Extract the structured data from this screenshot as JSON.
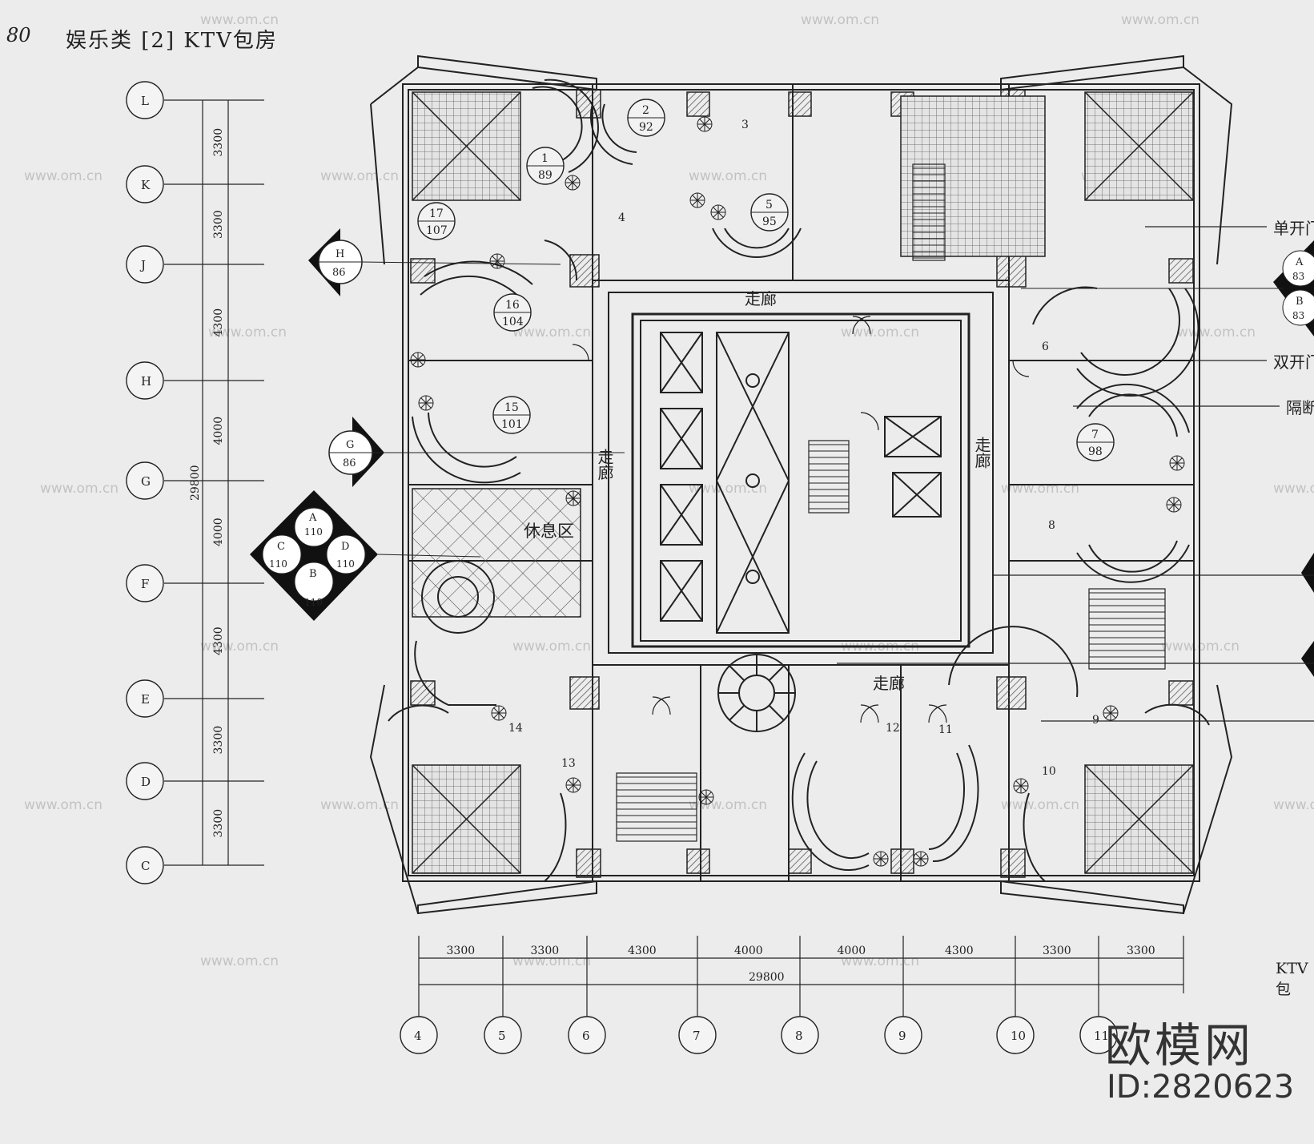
{
  "page": {
    "number": "80",
    "title": "娱乐类 [2]  KTV包房",
    "brand": "欧模网",
    "brand_id": "ID:2820623",
    "ktv_tag": "KTV包",
    "watermark_site": "www.om.cn",
    "watermark_logo": "欧模网"
  },
  "axes": {
    "rows": [
      {
        "label": "L"
      },
      {
        "label": "K"
      },
      {
        "label": "J"
      },
      {
        "label": "H"
      },
      {
        "label": "G"
      },
      {
        "label": "F"
      },
      {
        "label": "E"
      },
      {
        "label": "D"
      },
      {
        "label": "C"
      }
    ],
    "row_spacings": [
      "3300",
      "3300",
      "4300",
      "4000",
      "4000",
      "4300",
      "3300",
      "3300"
    ],
    "row_total": "29800",
    "cols": [
      {
        "label": "4"
      },
      {
        "label": "5"
      },
      {
        "label": "6"
      },
      {
        "label": "7"
      },
      {
        "label": "8"
      },
      {
        "label": "9"
      },
      {
        "label": "10"
      },
      {
        "label": "11"
      }
    ],
    "col_spacings": [
      "3300",
      "3300",
      "4300",
      "4000",
      "4000",
      "4300",
      "3300",
      "3300"
    ],
    "col_total": "29800"
  },
  "rooms": [
    {
      "num": "1",
      "area": "89"
    },
    {
      "num": "2",
      "area": "92"
    },
    {
      "num": "3",
      "area": ""
    },
    {
      "num": "4",
      "area": ""
    },
    {
      "num": "5",
      "area": "95"
    },
    {
      "num": "6",
      "area": ""
    },
    {
      "num": "7",
      "area": "98"
    },
    {
      "num": "8",
      "area": ""
    },
    {
      "num": "9",
      "area": ""
    },
    {
      "num": "10",
      "area": ""
    },
    {
      "num": "11",
      "area": ""
    },
    {
      "num": "12",
      "area": ""
    },
    {
      "num": "13",
      "area": ""
    },
    {
      "num": "14",
      "area": ""
    },
    {
      "num": "15",
      "area": "101"
    },
    {
      "num": "16",
      "area": "104"
    },
    {
      "num": "17",
      "area": "107"
    }
  ],
  "labels": {
    "corridor": "走廊",
    "lounge": "休息区"
  },
  "elevation_markers": [
    {
      "letter": "H",
      "sheet": "86"
    },
    {
      "letter": "G",
      "sheet": "86"
    }
  ],
  "quad_marker": {
    "a": "A",
    "b": "B",
    "c": "C",
    "d": "D",
    "sheet": "110"
  },
  "right_callouts": [
    {
      "text": "单开门"
    },
    {
      "text": "双开门"
    },
    {
      "text": "隔断"
    }
  ],
  "right_marker": {
    "a": "A",
    "b": "B",
    "sheet": "83"
  }
}
